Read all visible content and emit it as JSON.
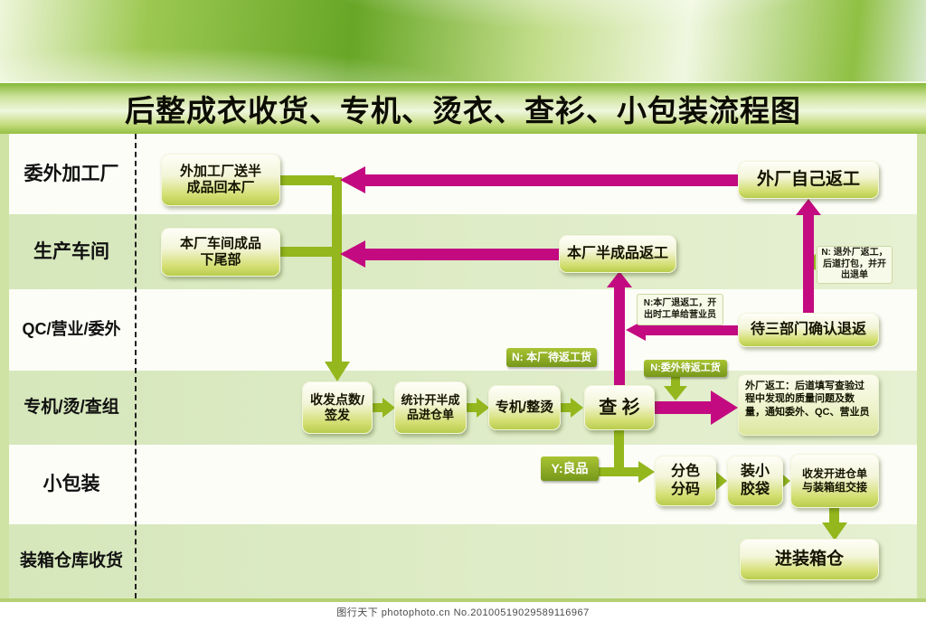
{
  "title": "后整成衣收货、专机、烫衣、查衫、小包装流程图",
  "rows": [
    {
      "label": "委外加工厂"
    },
    {
      "label": "生产车间"
    },
    {
      "label": "QC/营业/委外"
    },
    {
      "label": "专机/烫/查组"
    },
    {
      "label": "小包装"
    },
    {
      "label": "装箱仓库收货"
    }
  ],
  "nodes": {
    "outsource_return": "外加工厂送半成品回本厂",
    "factory_self_rework": "外厂自己返工",
    "workshop_tail": "本厂车间成品下尾部",
    "factory_semi_rework": "本厂半成品返工",
    "three_dept_confirm": "待三部门确认退返",
    "count_sign": "收发点数/签发",
    "stat_warehouse": "统计开半成品进仓单",
    "machine_iron": "专机/整烫",
    "inspect": "查 衫",
    "factory_rework_note": "外厂返工：后道填写查验过程中发现的质量问题及数量，通知委外、QC、营业员",
    "color_sort": "分色分码",
    "small_bag": "装小胶袋",
    "handover": "收发开进仓单与装箱组交接",
    "into_warehouse": "进装箱仓"
  },
  "labels": {
    "n_factory_wait": "N: 本厂待返工货",
    "n_factory_return": "N:本厂退返工，开出时工单给营业员",
    "n_outsource_wait": "N:委外待返工货",
    "n_return_outsource": "N: 退外厂返工，后道打包，并开出退单",
    "y_good": "Y:良品"
  },
  "colors": {
    "arrow_green": "#93b71d",
    "arrow_magenta": "#c30a80",
    "band_green": "#86b838"
  },
  "footer": "图行天下  photophoto.cn    No.20100519029589116967"
}
